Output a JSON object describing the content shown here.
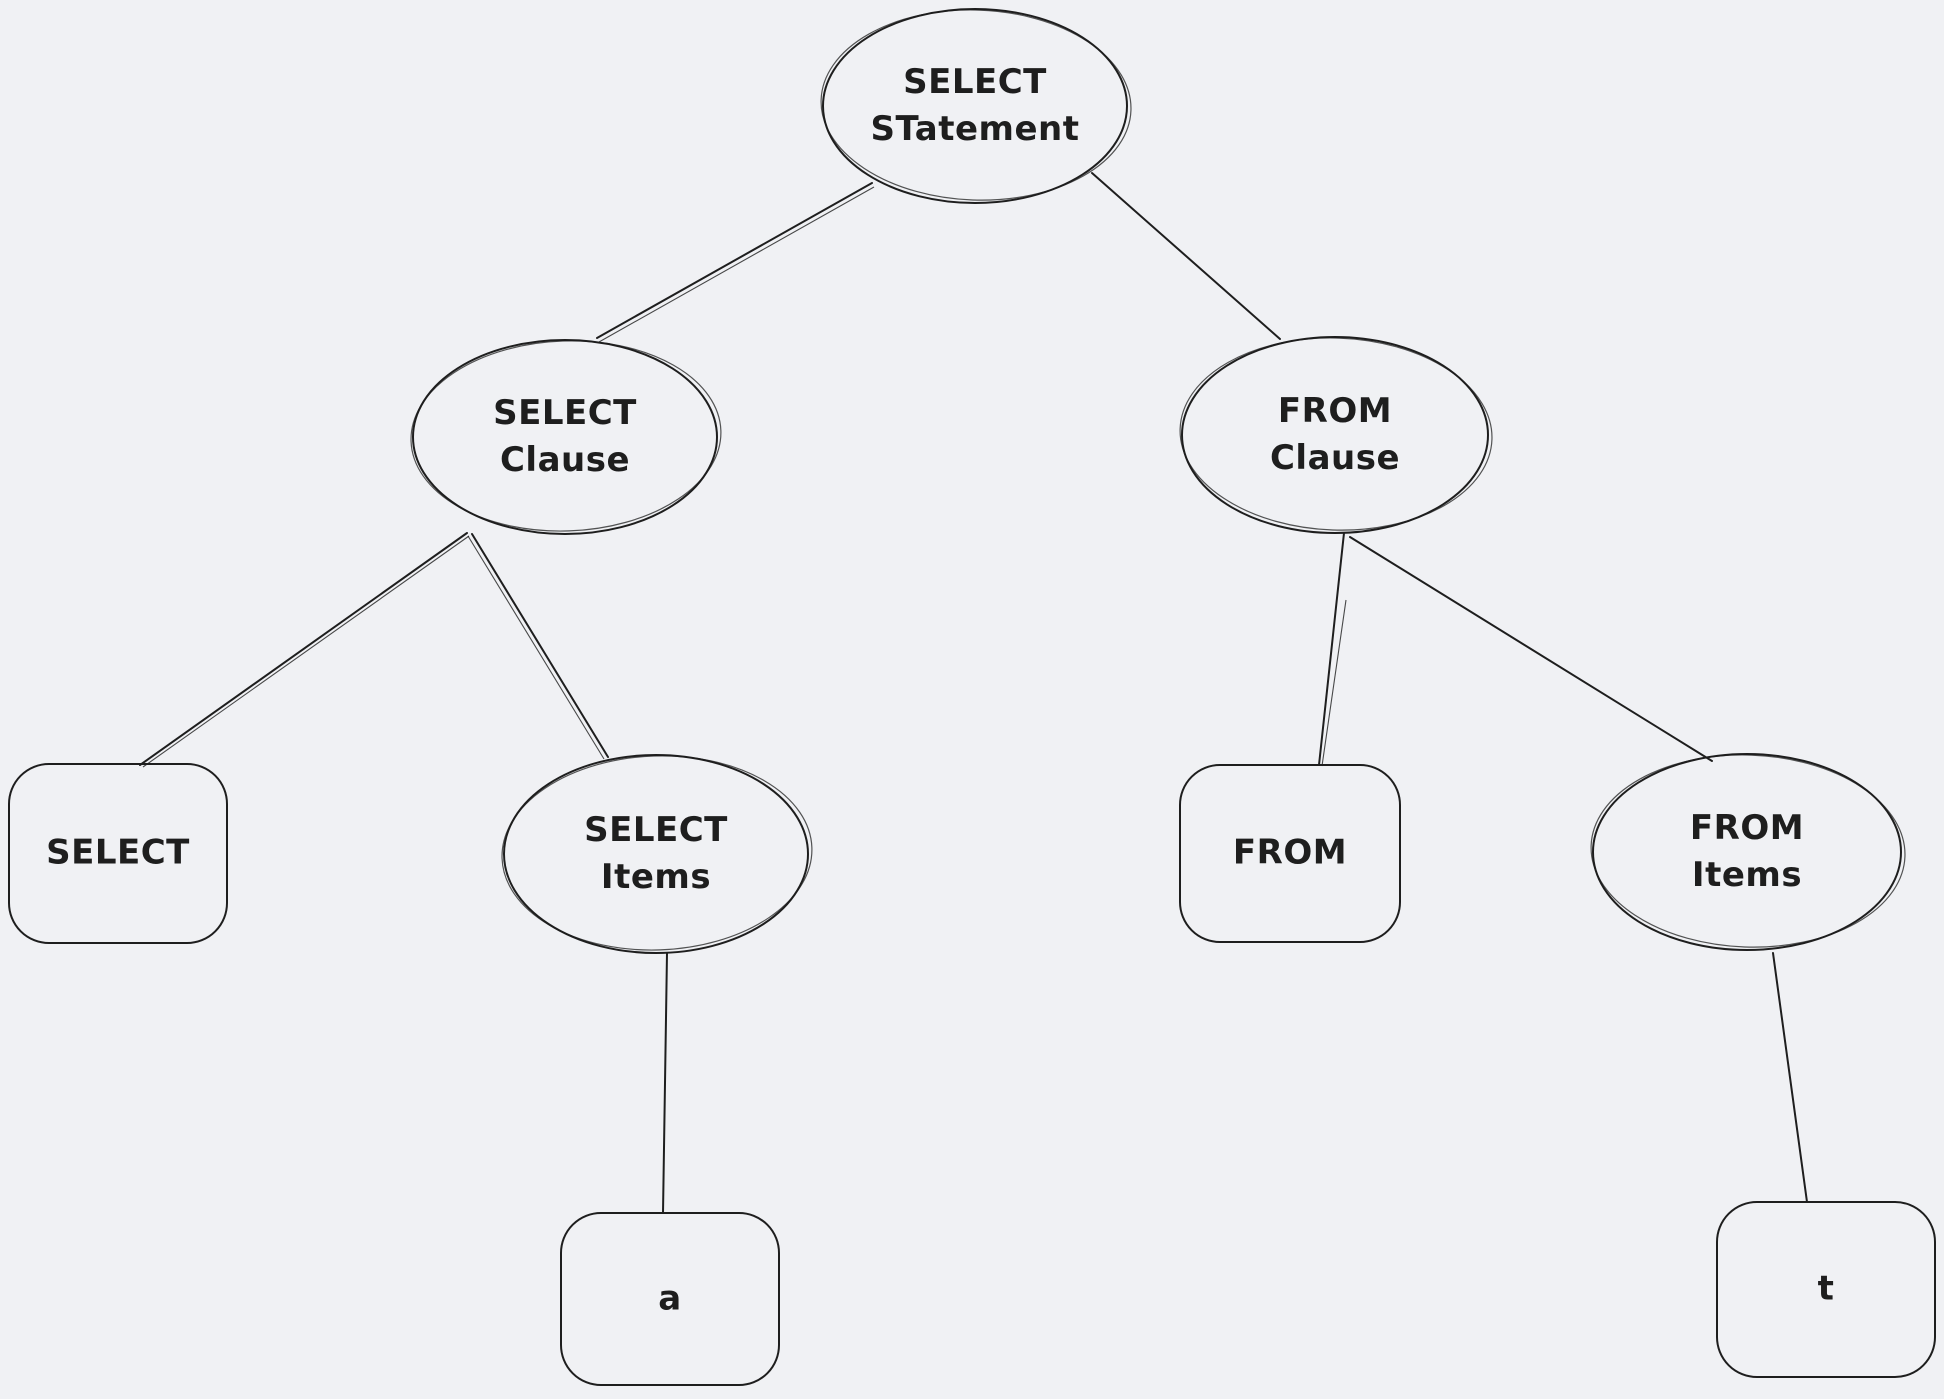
{
  "canvas": {
    "background_color": "#f0f1f4",
    "stroke_color": "#1e1e1e",
    "style": "hand-drawn sketch"
  },
  "diagram": {
    "type": "tree",
    "title": "SQL SELECT statement parse tree",
    "nodes": [
      {
        "id": "select-statement",
        "label": "SELECT\nSTatement",
        "shape": "ellipse"
      },
      {
        "id": "select-clause",
        "label": "SELECT\nClause",
        "shape": "ellipse"
      },
      {
        "id": "from-clause",
        "label": "FROM\nClause",
        "shape": "ellipse"
      },
      {
        "id": "select-keyword",
        "label": "SELECT",
        "shape": "rounded-rect"
      },
      {
        "id": "select-items",
        "label": "SELECT\nItems",
        "shape": "ellipse"
      },
      {
        "id": "from-keyword",
        "label": "FROM",
        "shape": "rounded-rect"
      },
      {
        "id": "from-items",
        "label": "FROM\nItems",
        "shape": "ellipse"
      },
      {
        "id": "a-item",
        "label": "a",
        "shape": "rounded-rect"
      },
      {
        "id": "t-item",
        "label": "t",
        "shape": "rounded-rect"
      }
    ],
    "edges": [
      {
        "from": "select-statement",
        "to": "select-clause"
      },
      {
        "from": "select-statement",
        "to": "from-clause"
      },
      {
        "from": "select-clause",
        "to": "select-keyword"
      },
      {
        "from": "select-clause",
        "to": "select-items"
      },
      {
        "from": "from-clause",
        "to": "from-keyword"
      },
      {
        "from": "from-clause",
        "to": "from-items"
      },
      {
        "from": "select-items",
        "to": "a-item"
      },
      {
        "from": "from-items",
        "to": "t-item"
      }
    ]
  }
}
